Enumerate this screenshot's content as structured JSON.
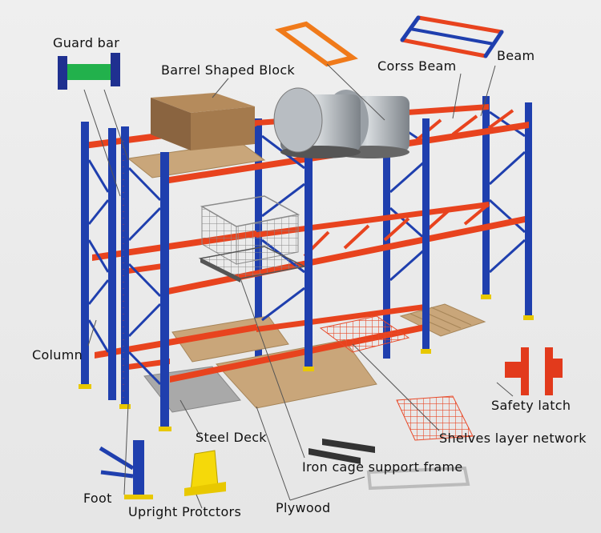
{
  "labels": {
    "guard_bar": "Guard bar",
    "barrel_block": "Barrel Shaped Block",
    "cross_beam": "Corss Beam",
    "beam": "Beam",
    "column": "Column",
    "safety_latch": "Safety latch",
    "steel_deck": "Steel Deck",
    "shelves_network": "Shelves layer network",
    "iron_cage_frame": "Iron cage support frame",
    "foot": "Foot",
    "upright_protectors": "Upright Protctors",
    "plywood": "Plywood"
  },
  "colors": {
    "upright_blue": "#1f3fae",
    "beam_orange": "#e8431e",
    "guard_green": "#22b14c",
    "latch_red": "#e23a1c",
    "protector_yellow": "#f5d90a",
    "wood": "#c9a67a",
    "steel_deck": "#a9a9a9",
    "mesh": "#e84a2a",
    "leader_line": "#555555"
  }
}
